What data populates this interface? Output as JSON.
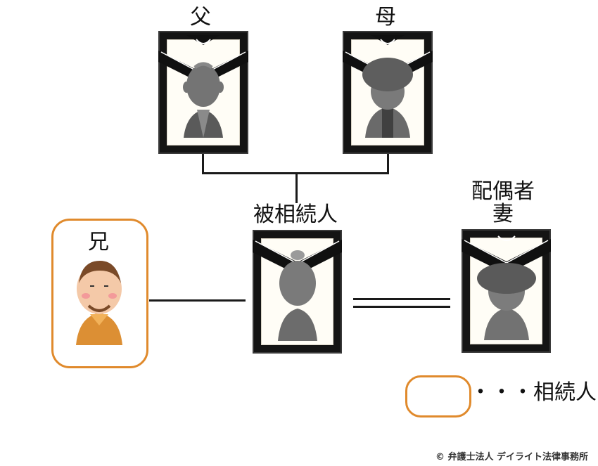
{
  "people": {
    "father": {
      "label": "父"
    },
    "mother": {
      "label": "母"
    },
    "deceased": {
      "label": "被相続人"
    },
    "spouse": {
      "label_line1": "配偶者",
      "label_line2": "妻"
    },
    "brother": {
      "label": "兄"
    }
  },
  "legend": {
    "text": "・・・相続人"
  },
  "copyright": "© 弁護士法人 デイライト法律事務所",
  "colors": {
    "heir_border": "#e08a2c",
    "frame": "#141414",
    "silhouette": "#6e6e6e"
  }
}
